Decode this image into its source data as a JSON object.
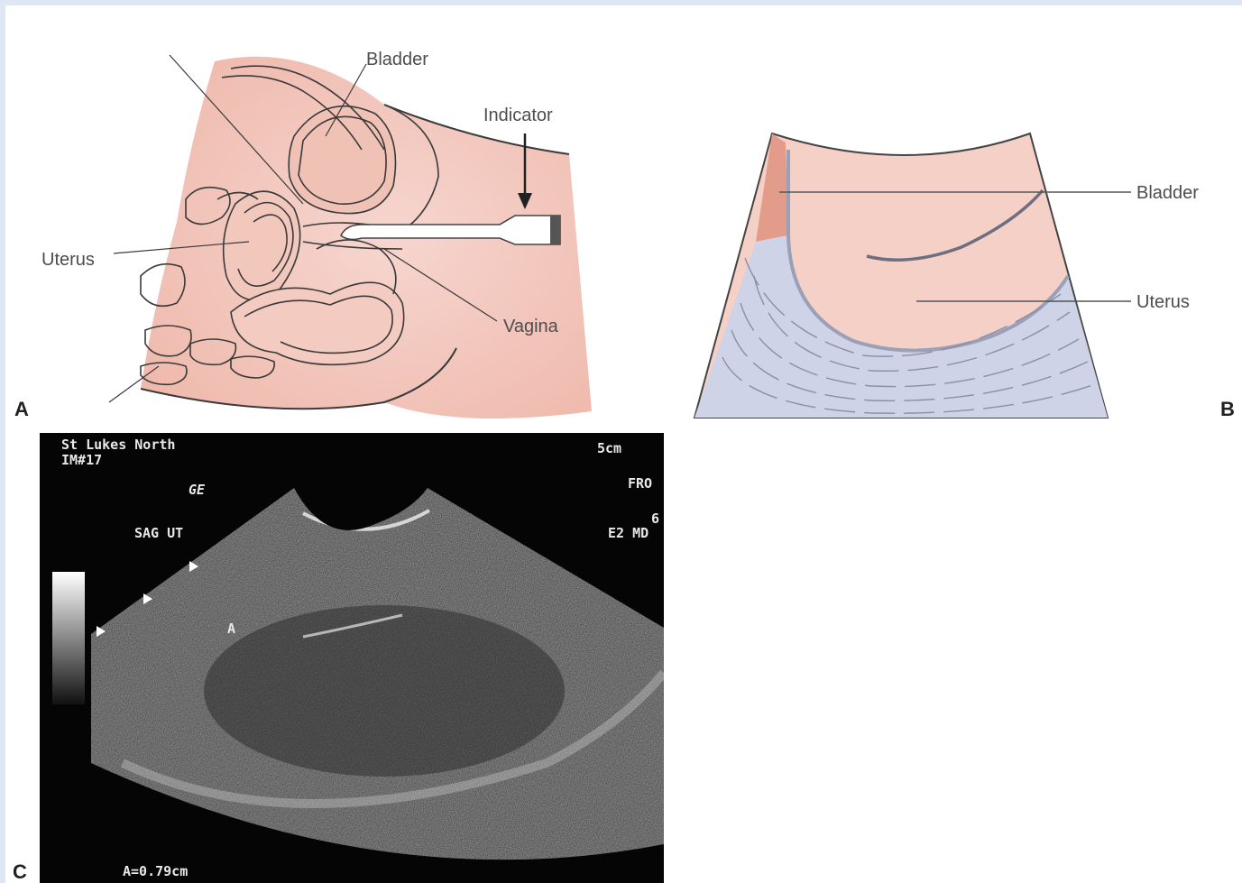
{
  "panel_a": {
    "letter": "A",
    "labels": {
      "bladder": "Bladder",
      "indicator": "Indicator",
      "uterus": "Uterus",
      "vagina": "Vagina"
    }
  },
  "panel_b": {
    "letter": "B",
    "labels": {
      "bladder": "Bladder",
      "uterus": "Uterus"
    }
  },
  "panel_c": {
    "letter": "C",
    "overlay": {
      "site": "St Lukes North",
      "image_number": "IM#17",
      "logo": "GE",
      "view": "SAG UT",
      "depth": "5cm",
      "frame_mode": "FRO",
      "gain": "6",
      "mode": "E2 MD",
      "measurement": "A=0.79cm",
      "caliper": "A"
    }
  },
  "colors": {
    "skin_pink": "#f4c9bf",
    "bladder_pink": "#e8a797",
    "tissue_lilac": "#cdd1e6",
    "background_frame": "#dfe6f4"
  }
}
